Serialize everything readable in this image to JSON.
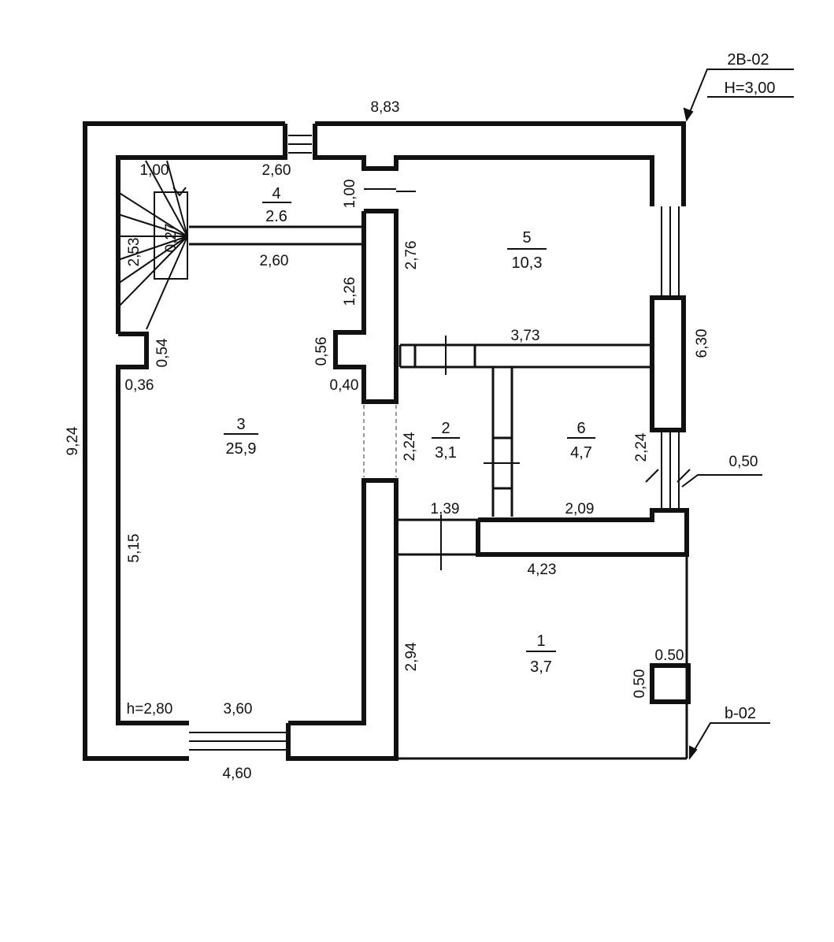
{
  "colors": {
    "wall": "#111111",
    "background": "#ffffff",
    "faint": "#cfcfcf"
  },
  "header": {
    "code_top": "2В-02",
    "height": "Н=3,00",
    "code_bottom": "b-02"
  },
  "rooms": [
    {
      "id": "room-4",
      "number": "4",
      "area": "2.6"
    },
    {
      "id": "room-5",
      "number": "5",
      "area": "10,3"
    },
    {
      "id": "room-3",
      "number": "3",
      "area": "25,9"
    },
    {
      "id": "room-2",
      "number": "2",
      "area": "3,1"
    },
    {
      "id": "room-6",
      "number": "6",
      "area": "4,7"
    },
    {
      "id": "room-1",
      "number": "1",
      "area": "3,7"
    }
  ],
  "dimensions": {
    "top_width": "8,83",
    "left_height": "9,24",
    "right_height": "6,30",
    "stair_width": "1,00",
    "room4_width_top": "2,60",
    "room4_width_bottom": "2,60",
    "door_width": "1,00",
    "stair_length": "2,53",
    "stair_step": "0,27",
    "room5_depth": "2,76",
    "partition_length": "1,26",
    "niche_left_depth": "0,54",
    "niche_left_width": "0,36",
    "niche_right_depth": "0,56",
    "niche_right_width": "0,40",
    "room5_width": "3,73",
    "room2_depth": "2,24",
    "room6_side": "2,24",
    "window_offset": "0,50",
    "room3_length": "5,15",
    "room2_width": "1,39",
    "room6_width": "2,09",
    "room1_width": "4,23",
    "room1_depth": "2,94",
    "column_w": "0.50",
    "column_h": "0,50",
    "ceiling_height": "h=2,80",
    "room3_width": "3,60",
    "bottom_width": "4,60"
  }
}
